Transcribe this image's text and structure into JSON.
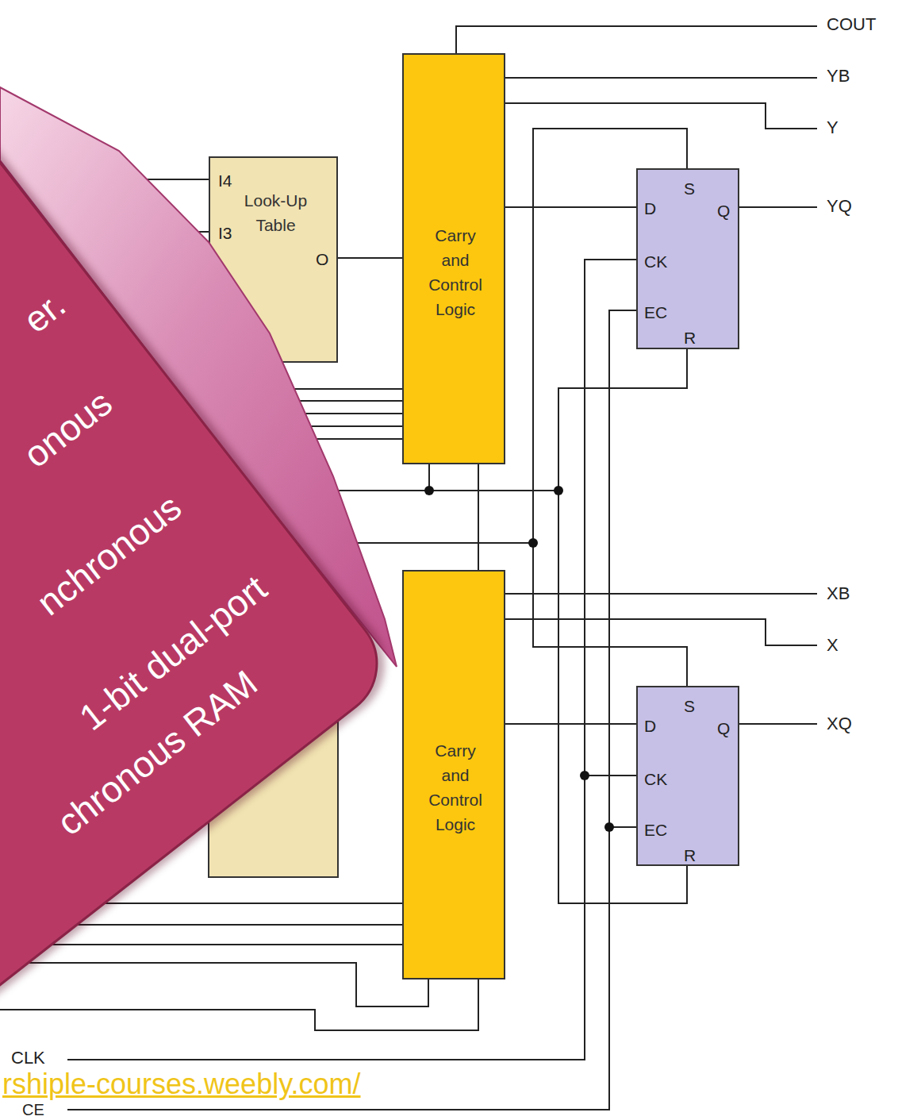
{
  "diagram": {
    "nodes": [
      {
        "text": [
          "Look-Up Table",
          "I4",
          "I3",
          "O"
        ]
      },
      {
        "text": [
          "Carry and Control Logic"
        ]
      },
      {
        "text": [
          "D",
          "S",
          "Q",
          "CK",
          "EC",
          "R"
        ]
      },
      {
        "text": [
          "Carry and Control Logic"
        ]
      },
      {
        "text": [
          "D",
          "S",
          "Q",
          "CK",
          "EC",
          "R"
        ]
      },
      {
        "text": [
          "er.",
          "onous",
          "nchronous",
          "1-bit dual-port",
          "chronous RAM"
        ]
      }
    ],
    "edges": [
      {
        "from": 0,
        "to": 1,
        "arrow": "none"
      },
      {
        "from": 1,
        "to": 2,
        "arrow": "none"
      },
      {
        "from": 1,
        "to": 3,
        "arrow": "none"
      },
      {
        "from": 3,
        "to": 4,
        "arrow": "none"
      }
    ],
    "labels": [
      "COUT",
      "YB",
      "Y",
      "YQ",
      "XB",
      "X",
      "XQ",
      "CLK",
      "CE",
      "rshiple-courses.weebly.com/"
    ]
  }
}
